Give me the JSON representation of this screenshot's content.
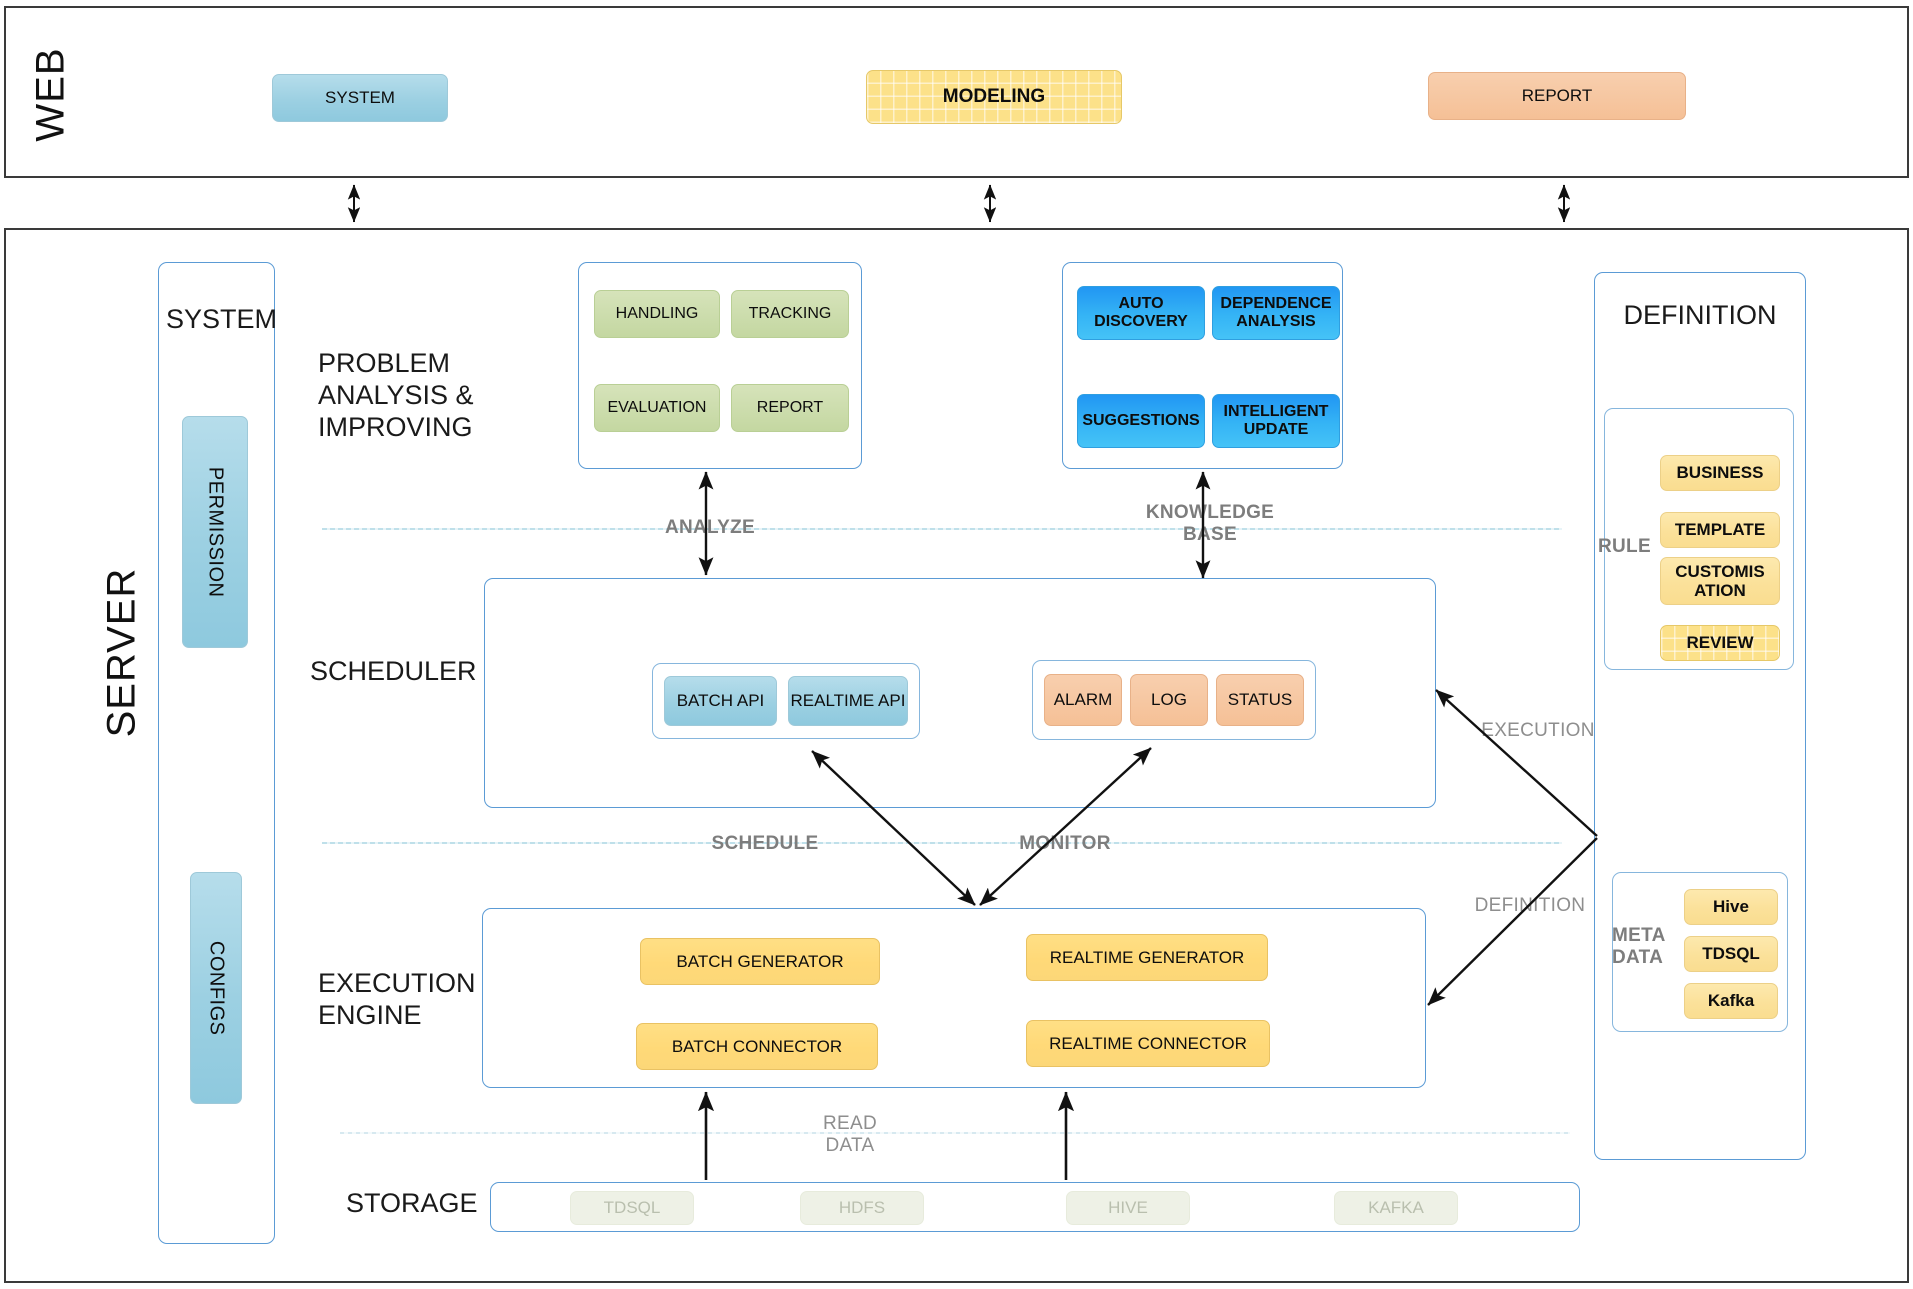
{
  "layers": {
    "web": {
      "label": "WEB"
    },
    "server": {
      "label": "SERVER"
    }
  },
  "web_modules": [
    {
      "label": "SYSTEM",
      "style": "blue"
    },
    {
      "label": "MODELING",
      "style": "waffle"
    },
    {
      "label": "REPORT",
      "style": "peach"
    }
  ],
  "system_panel": {
    "title": "SYSTEM",
    "items": [
      {
        "label": "PERMISSION"
      },
      {
        "label": "CONFIGS"
      }
    ]
  },
  "sections": {
    "problem_analysis": "PROBLEM\nANALYSIS &\nIMPROVING",
    "scheduler": "SCHEDULER",
    "execution_engine": "EXECUTION\nENGINE",
    "storage": "STORAGE"
  },
  "problem_analysis_items": [
    {
      "label": "HANDLING"
    },
    {
      "label": "TRACKING"
    },
    {
      "label": "EVALUATION"
    },
    {
      "label": "REPORT"
    }
  ],
  "knowledge_base_items": [
    {
      "label": "AUTO\nDISCOVERY"
    },
    {
      "label": "DEPENDENCE\nANALYSIS"
    },
    {
      "label": "SUGGESTIONS"
    },
    {
      "label": "INTELLIGENT\nUPDATE"
    }
  ],
  "scheduler_api_items": [
    {
      "label": "BATCH API"
    },
    {
      "label": "REALTIME API"
    }
  ],
  "scheduler_monitor_items": [
    {
      "label": "ALARM"
    },
    {
      "label": "LOG"
    },
    {
      "label": "STATUS"
    }
  ],
  "execution_engine_items": [
    {
      "label": "BATCH GENERATOR"
    },
    {
      "label": "REALTIME GENERATOR"
    },
    {
      "label": "BATCH CONNECTOR"
    },
    {
      "label": "REALTIME CONNECTOR"
    }
  ],
  "storage_items": [
    {
      "label": "TDSQL"
    },
    {
      "label": "HDFS"
    },
    {
      "label": "HIVE"
    },
    {
      "label": "KAFKA"
    }
  ],
  "definition_panel": {
    "title": "DEFINITION",
    "rule": {
      "label": "RULE",
      "items": [
        {
          "label": "BUSINESS",
          "style": "yellow"
        },
        {
          "label": "TEMPLATE",
          "style": "yellow"
        },
        {
          "label": "CUSTOMIS\nATION",
          "style": "yellow"
        },
        {
          "label": "REVIEW",
          "style": "waffle"
        }
      ]
    },
    "metadata": {
      "label": "META\nDATA",
      "items": [
        {
          "label": "Hive"
        },
        {
          "label": "TDSQL"
        },
        {
          "label": "Kafka"
        }
      ]
    }
  },
  "flow_labels": [
    {
      "label": "ANALYZE"
    },
    {
      "label": "KNOWLEDGE\nBASE"
    },
    {
      "label": "SCHEDULE"
    },
    {
      "label": "MONITOR"
    },
    {
      "label": "READ\nDATA"
    },
    {
      "label": "EXECUTION"
    },
    {
      "label": "DEFINITION"
    }
  ],
  "colors": {
    "frame": "#3a3a3a",
    "group_border": "#5b9bd5",
    "blue": "#9cd0e2",
    "green": "#cbdcab",
    "cyan": "#35b4f5",
    "peach": "#f6c6a0",
    "yellow": "#ffd978",
    "waffle": "#fce189",
    "storage": "#eef1e6",
    "annotation": "#7d7d7d"
  }
}
